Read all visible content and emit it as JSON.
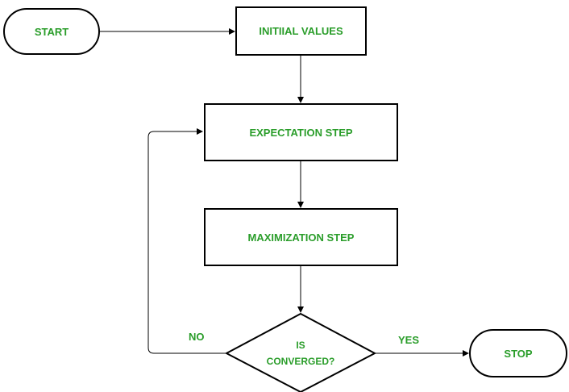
{
  "nodes": {
    "start": "START",
    "initial_values": "INITIIAL VALUES",
    "expectation_step": "EXPECTATION STEP",
    "maximization_step": "MAXIMIZATION STEP",
    "decision_line1": "IS",
    "decision_line2": "CONVERGED?",
    "stop": "STOP"
  },
  "edges": {
    "no_label": "NO",
    "yes_label": "YES"
  },
  "colors": {
    "text": "#2a9d2a",
    "stroke": "#000000"
  }
}
